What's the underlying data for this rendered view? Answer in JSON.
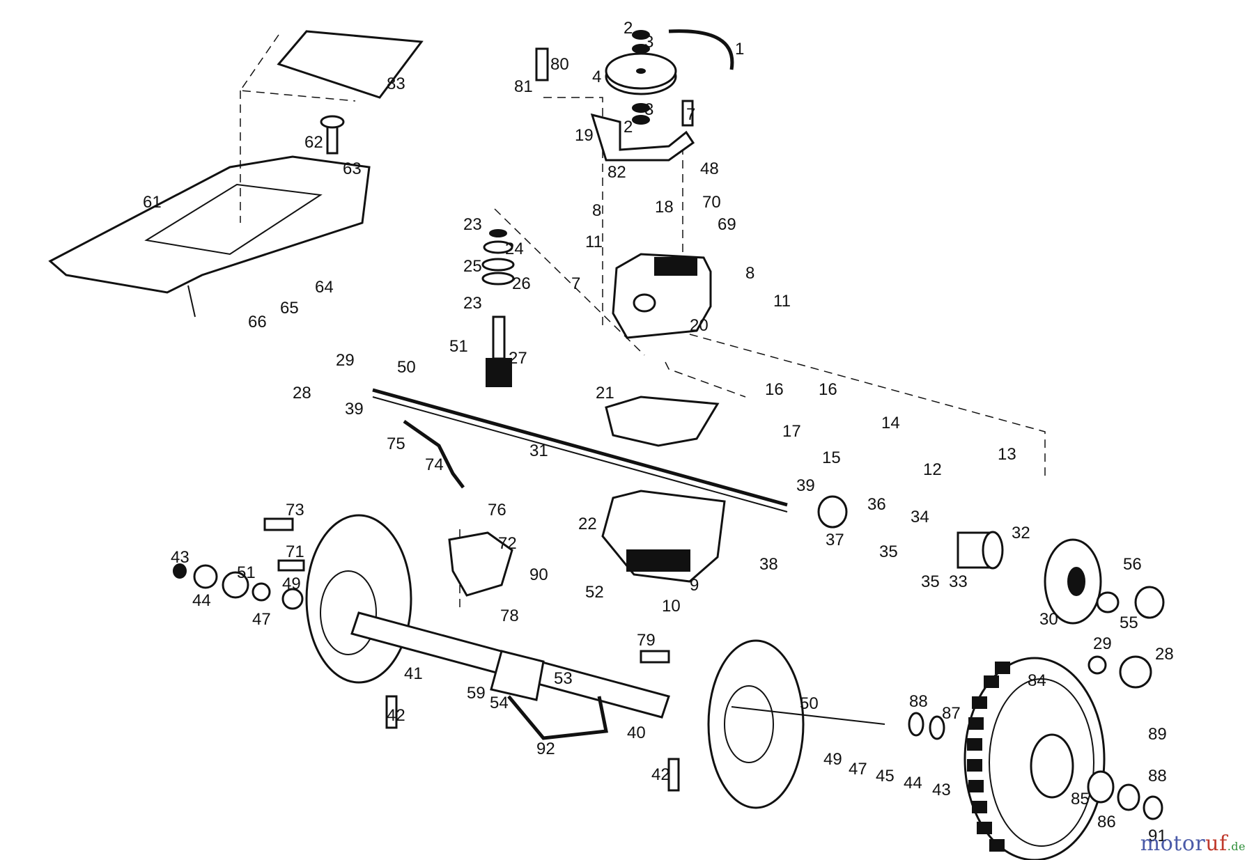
{
  "diagram": {
    "labels": [
      "1",
      "2",
      "3",
      "4",
      "2",
      "3",
      "7",
      "80",
      "81",
      "19",
      "82",
      "48",
      "70",
      "8",
      "18",
      "69",
      "11",
      "8",
      "7",
      "20",
      "11",
      "23",
      "24",
      "25",
      "26",
      "23",
      "51",
      "27",
      "50",
      "29",
      "28",
      "39",
      "21",
      "16",
      "16",
      "17",
      "14",
      "15",
      "12",
      "13",
      "31",
      "75",
      "74",
      "76",
      "72",
      "73",
      "71",
      "43",
      "44",
      "51",
      "49",
      "47",
      "90",
      "78",
      "39",
      "36",
      "34",
      "37",
      "35",
      "35",
      "33",
      "32",
      "38",
      "22",
      "9",
      "10",
      "30",
      "56",
      "55",
      "29",
      "28",
      "52",
      "79",
      "41",
      "42",
      "53",
      "54",
      "59",
      "92",
      "50",
      "40",
      "42",
      "84",
      "88",
      "87",
      "49",
      "47",
      "45",
      "44",
      "43",
      "89",
      "88",
      "85",
      "86",
      "91",
      "83",
      "62",
      "63",
      "61",
      "64",
      "65",
      "66"
    ]
  },
  "watermark": {
    "part1": "motor",
    "part2": "uf",
    "part3": ".de"
  }
}
